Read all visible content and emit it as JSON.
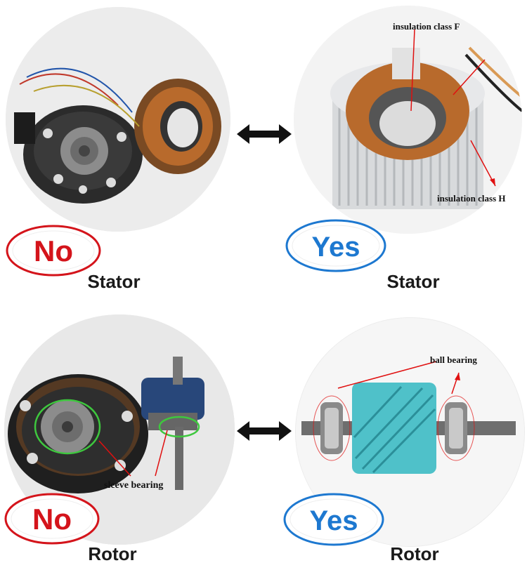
{
  "stator_no": {
    "badge": "No",
    "caption": "Stator"
  },
  "stator_yes": {
    "badge": "Yes",
    "caption": "Stator",
    "callouts": [
      "insulation class F",
      "insulation class H"
    ]
  },
  "rotor_no": {
    "badge": "No",
    "caption": "Rotor",
    "callouts": [
      "sleeve bearing"
    ]
  },
  "rotor_yes": {
    "badge": "Yes",
    "caption": "Rotor",
    "callouts": [
      "ball bearing"
    ]
  },
  "colors": {
    "no_red": "#d4141b",
    "yes_blue": "#1d78d0",
    "copper": "#b86a2c",
    "arrow_black": "#111111",
    "callout_red": "#e01010",
    "highlight_green": "#3ec83e"
  },
  "icons": [
    "double-arrow-icon",
    "double-arrow-icon"
  ]
}
